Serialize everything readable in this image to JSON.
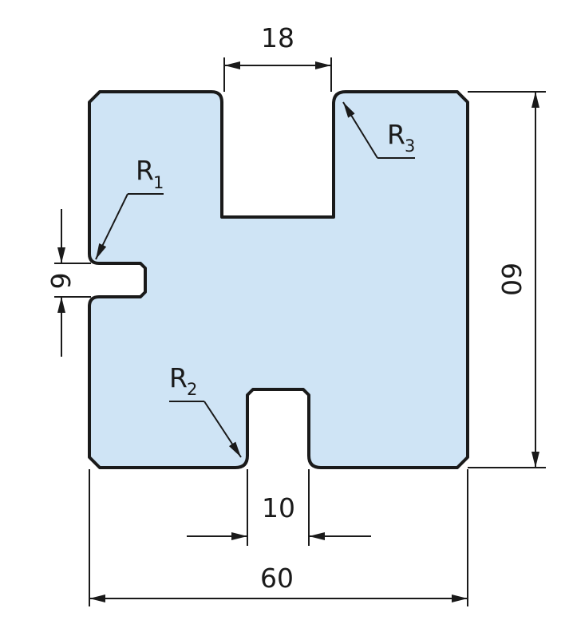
{
  "figure": {
    "part_fill": "#cfe4f5",
    "line_color": "#1a1a1a",
    "dimensions": {
      "top_slot_width": "18",
      "bottom_slot_width": "10",
      "side_slot_height": "6",
      "overall_height": "60",
      "overall_width": "60"
    },
    "radii": {
      "r1": {
        "letter": "R",
        "index": "1"
      },
      "r2": {
        "letter": "R",
        "index": "2"
      },
      "r3": {
        "letter": "R",
        "index": "3"
      }
    }
  }
}
